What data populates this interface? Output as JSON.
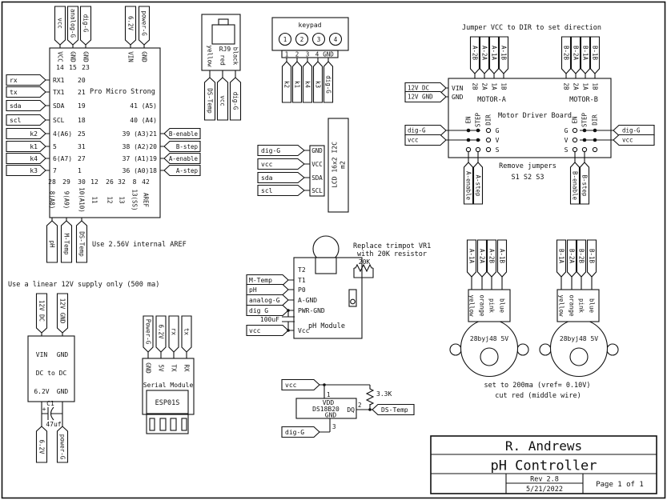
{
  "colors": {
    "ink": "#111111",
    "paper": "#ffffff"
  },
  "title_block": {
    "author": "R. Andrews",
    "title": "pH Controller",
    "rev": "Rev 2.8",
    "date": "5/21/2022",
    "page_num": "Page 1 of 1"
  },
  "notes": {
    "aref": "Use 2.56V internal AREF",
    "supply": "Use a linear 12V supply only (500 ma)",
    "jumper_dir": "Jumper VCC to DIR to set direction",
    "remove_jumpers1": "Remove jumpers",
    "remove_jumpers2": "S1 S2 S3",
    "trimpot1": "Replace trimpot VR1",
    "trimpot2": "with 20K resistor",
    "motor_note1": "set to 200ma (vref= 0.10V)",
    "motor_note2": "cut red (middle wire)"
  },
  "pro_micro": {
    "name": "Pro Micro Strong",
    "top_tags": [
      "vcc",
      "analog-G",
      "dig-G",
      "6.2V",
      "power-G"
    ],
    "top_pins": [
      "VCC",
      "GND",
      "GND",
      "VIN",
      "GND"
    ],
    "top_nums": [
      "14",
      "15",
      "23"
    ],
    "left_tags": [
      "rx",
      "tx",
      "sda",
      "scl",
      "k2",
      "k1",
      "k4",
      "k3"
    ],
    "left_pins": [
      "RX1",
      "TX1",
      "SDA",
      "SCL",
      "4(A6)",
      "5",
      "6(A7)",
      "7"
    ],
    "left_nums": [
      "20",
      "21",
      "19",
      "18",
      "25",
      "31",
      "27",
      "1"
    ],
    "right_pins": [
      "41 (A5)",
      "40 (A4)",
      "39 (A3)21",
      "38 (A2)20",
      "37 (A1)19",
      "36 (A0)18"
    ],
    "right_tags": [
      "B-enable",
      "B-step",
      "A-enable",
      "A-step"
    ],
    "bottom_nums": [
      "28",
      "29",
      "30",
      "12",
      "26",
      "32",
      "8",
      "42"
    ],
    "bottom_pins": [
      "8(A8)",
      "9(A9)",
      "10(A10)",
      "11",
      "12",
      "13",
      "13(SS)",
      "AREF"
    ],
    "bottom_tags": [
      "pH",
      "M-Temp",
      "DS-Temp"
    ]
  },
  "rj9": {
    "name": "RJ9",
    "wires": [
      "yellow",
      "red",
      "black"
    ],
    "tags": [
      "DS-Temp",
      "vcc",
      "dig-G"
    ]
  },
  "keypad": {
    "name": "keypad",
    "buttons": [
      "1",
      "2",
      "3",
      "4"
    ],
    "pins": [
      "1",
      "2",
      "3",
      "4",
      "GND"
    ],
    "tags": [
      "k2",
      "k1",
      "k4",
      "k3",
      "dig-G"
    ]
  },
  "lcd": {
    "name1": "LCD 16x2 I2C",
    "name2": "m2",
    "pins": [
      "GND",
      "VCC",
      "SDA",
      "SCL"
    ],
    "tags": [
      "dig-G",
      "vcc",
      "sda",
      "scl"
    ]
  },
  "motor_board": {
    "name": "Motor Driver Board",
    "motor_a": "MOTOR-A",
    "motor_b": "MOTOR-B",
    "a_tags": [
      "A-2B",
      "A-2A",
      "A-1A",
      "A-1B"
    ],
    "b_tags": [
      "B-2B",
      "B-2A",
      "B-1A",
      "B-1B"
    ],
    "pin_labels": [
      "2B",
      "2A",
      "1A",
      "1B"
    ],
    "vin": "VIN",
    "gnd": "GND",
    "power_tags": [
      "12V DC",
      "12V GND"
    ],
    "signal_tags": [
      "dig-G",
      "vcc"
    ],
    "cols": [
      "EN",
      "STEP",
      "DIR"
    ],
    "rows": [
      "G",
      "V",
      "S"
    ],
    "a_ctl_tags": [
      "A-enable",
      "A-step"
    ],
    "b_ctl_tags": [
      "B-enable",
      "B-step"
    ]
  },
  "ph_module": {
    "name": "pH Module",
    "pins": [
      "T2",
      "T1",
      "P0",
      "A-GND",
      "PWR-GND",
      "Vcc"
    ],
    "tags": [
      "M-Temp",
      "pH",
      "analog-G",
      "dig G",
      "vcc"
    ],
    "cap": "100uF",
    "resistor": "20K"
  },
  "dcdc": {
    "top_tags": [
      "12V DC",
      "12V GND"
    ],
    "vin": "VIN",
    "gnd1": "GND",
    "mid": "DC to DC",
    "v62": "6.2V",
    "gnd2": "GND",
    "cap_name": "C1",
    "cap_plus": "+",
    "cap_value": "47uf",
    "bottom_tags": [
      "6.2V",
      "power-G"
    ]
  },
  "serial": {
    "name": "Serial Module",
    "chip": "ESP01S",
    "tags": [
      "Power-G",
      "6.2V",
      "rx",
      "tx"
    ],
    "pins": [
      "GND",
      "5V",
      "TX",
      "RX"
    ]
  },
  "ds18b20": {
    "name": "DS18B20",
    "vdd": "VDD",
    "gnd": "GND",
    "dq": "DQ",
    "pins": [
      "1",
      "2",
      "3"
    ],
    "resistor": "3.3K",
    "tag_vcc": "vcc",
    "tag_dig": "dig-G",
    "tag_out": "DS-Temp"
  },
  "motors": {
    "a_tags": [
      "A-1A",
      "A-2A",
      "A-2B",
      "A-1B"
    ],
    "b_tags": [
      "B-1A",
      "B-2A",
      "B-2B",
      "B-1B"
    ],
    "wire_colors": [
      "yellow",
      "orange",
      "pink",
      "blue"
    ],
    "name": "28byj48 5V"
  }
}
